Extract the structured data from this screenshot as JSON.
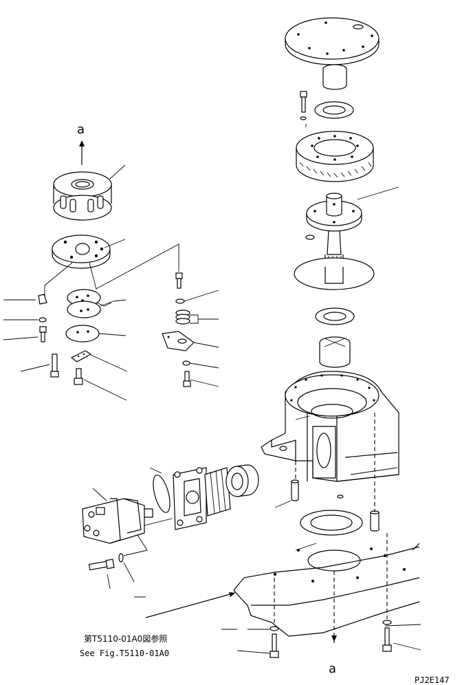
{
  "callouts": {
    "view_arrow_top": "a",
    "view_arrow_bottom": "a",
    "reference_jp": "第T5110-01A0図参照",
    "reference_en": "See Fig.T5110-01A0",
    "drawing_code": "PJ2E147"
  }
}
